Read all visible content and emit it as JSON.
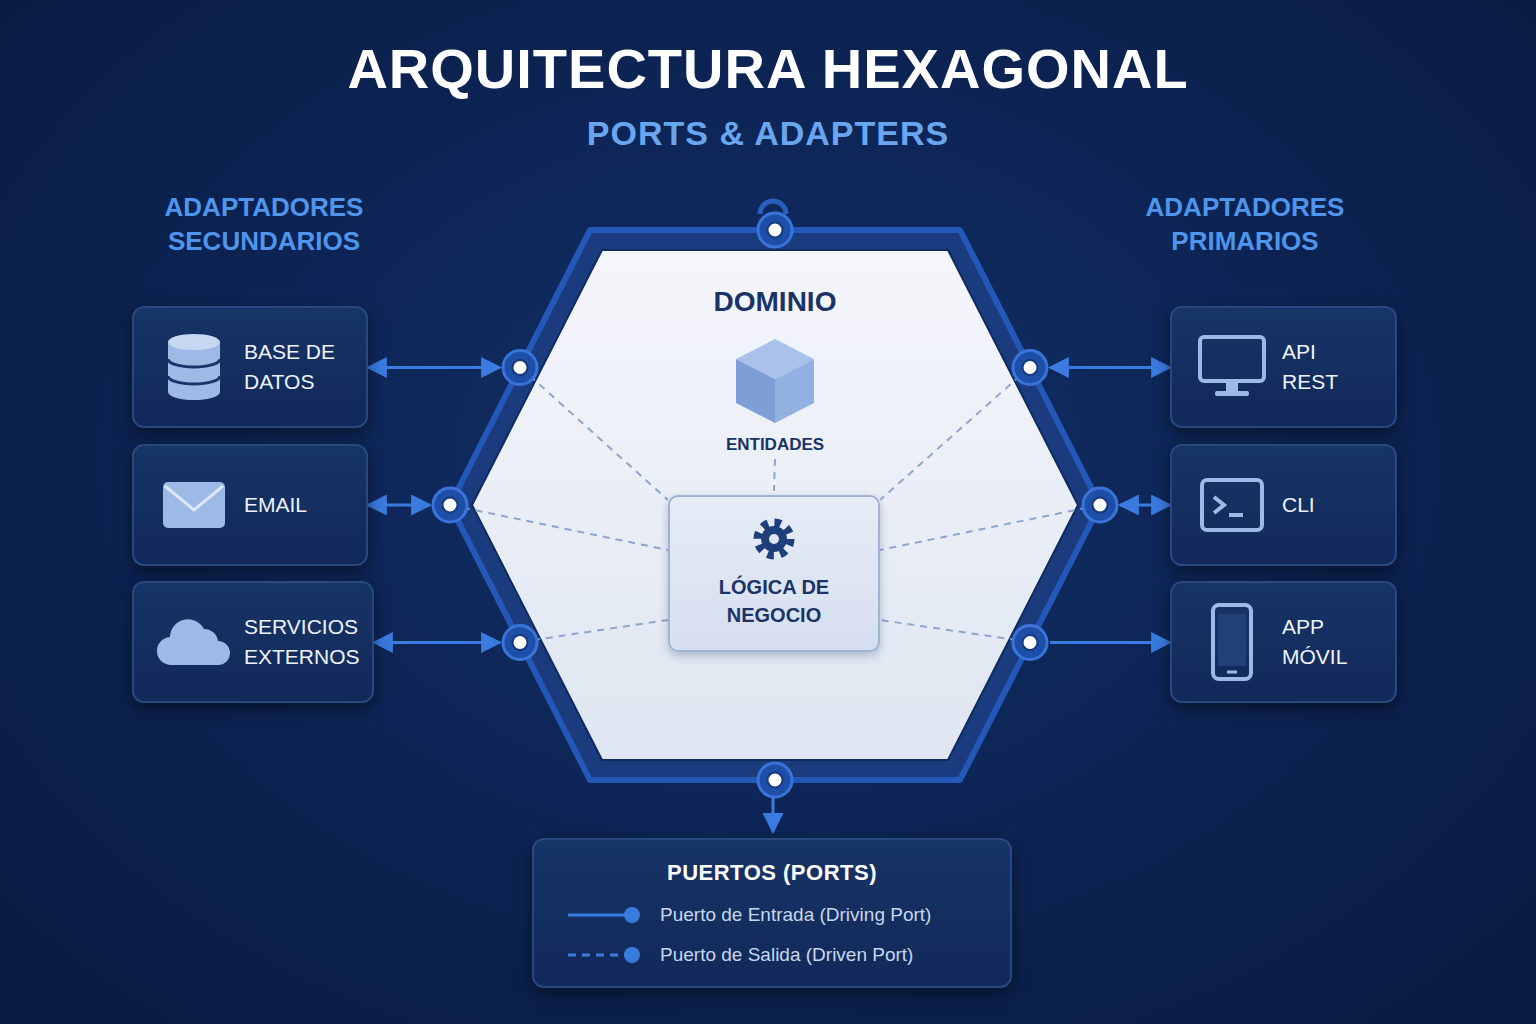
{
  "diagram": {
    "title": "ARQUITECTURA HEXAGONAL",
    "nodes": [
      {
        "text": [
          "DOMINIO"
        ]
      },
      {
        "text": [
          "ENTIDADES"
        ],
        "in": 0
      },
      {
        "text": [
          "LÓGICA DE NEGOCIO"
        ],
        "in": 0
      },
      {
        "text": [
          "BASE DE DATOS"
        ]
      },
      {
        "text": [
          "API REST"
        ]
      },
      {
        "text": [
          "EMAIL"
        ]
      },
      {
        "text": [
          "CLI"
        ]
      },
      {
        "text": [
          "SERVICIOS EXTERNOS"
        ]
      },
      {
        "text": [
          "APP MÓVIL"
        ]
      }
    ],
    "edges": [
      {
        "from": 3,
        "to": 0,
        "arrow": "both"
      },
      {
        "from": 4,
        "to": 0,
        "arrow": "both"
      },
      {
        "from": 5,
        "to": 0,
        "arrow": "both"
      },
      {
        "from": 6,
        "to": 0,
        "arrow": "both"
      },
      {
        "from": 7,
        "to": 0,
        "arrow": "both"
      },
      {
        "from": 0,
        "to": 8,
        "arrow": "to"
      },
      {
        "from": 1,
        "to": 2,
        "arrow": "none"
      }
    ],
    "labels": [
      "PORTS & ADAPTERS",
      "ADAPTADORES SECUNDARIOS",
      "ADAPTADORES PRIMARIOS",
      "PUERTOS (PORTS)"
    ],
    "legend": [
      {
        "text": "Puerto de Entrada (Driving Port)"
      },
      {
        "text": "Puerto de Salida (Driven Port)"
      }
    ]
  }
}
